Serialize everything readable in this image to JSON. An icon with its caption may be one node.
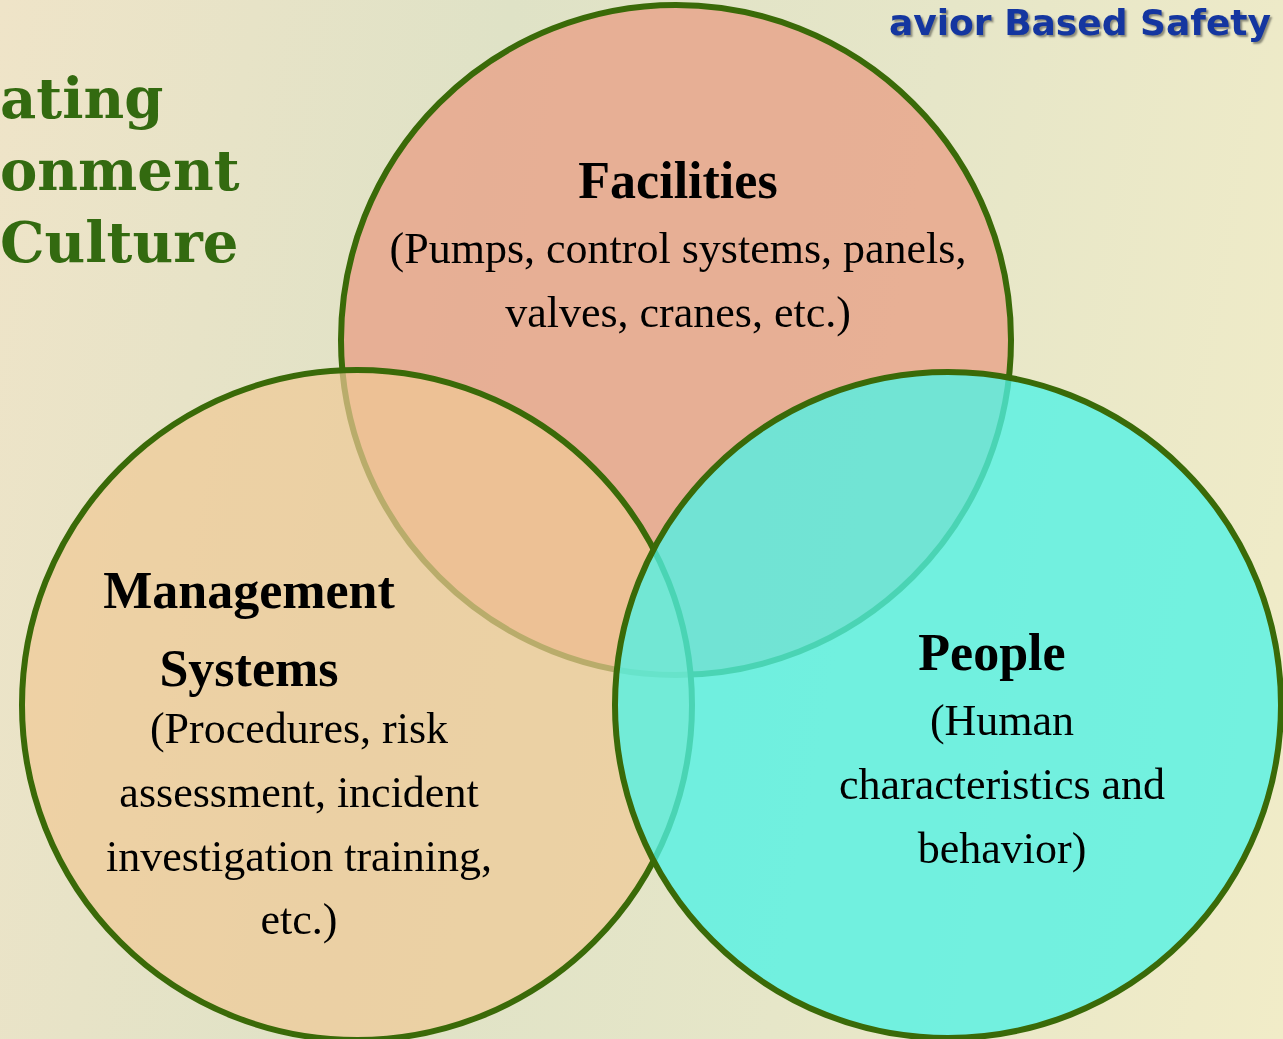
{
  "diagram": {
    "title": "avior Based Safety",
    "nodes": [
      {
        "text": [
          "Facilities",
          "(Pumps, control systems, panels, valves, cranes, etc.)"
        ]
      },
      {
        "text": [
          "Management Systems",
          "(Procedures, risk assessment, incident investigation training, etc.)"
        ]
      },
      {
        "text": [
          "People",
          "(Human characteristics and behavior)"
        ]
      }
    ],
    "labels": [
      "ating",
      "onment",
      "Culture"
    ]
  }
}
